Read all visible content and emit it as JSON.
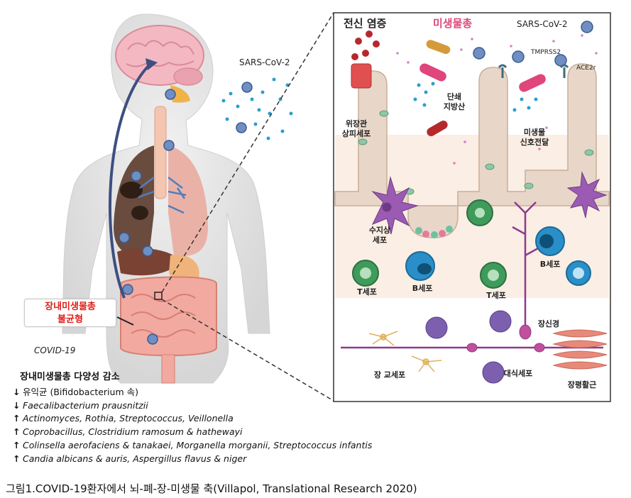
{
  "left_panel": {
    "virus_label": "SARS-CoV-2",
    "dysbiosis_box": {
      "line1": "장내미생물총",
      "line2": "불균형"
    },
    "covid_label": "COVID-19",
    "list_title": "장내미생물총 다양성 감소",
    "list_items": [
      {
        "arrow": "↓",
        "text": "유익균 (Bifidobacterium 속)",
        "italic": false
      },
      {
        "arrow": "↓",
        "text": "Faecalibacterium prausnitzii",
        "italic": true
      },
      {
        "arrow": "↑",
        "text": "Actinomyces, Rothia, Streptococcus, Veillonella",
        "italic": true
      },
      {
        "arrow": "↑",
        "text": "Coprobacillus, Clostridium ramosum & hathewayi",
        "italic": true
      },
      {
        "arrow": "↑",
        "text": "Colinsella aerofaciens & tanakaei, Morganella morganii, Streptococcus infantis",
        "italic": true
      },
      {
        "arrow": "↑",
        "text": "Candia albicans & auris, Aspergillus flavus & niger",
        "italic": true
      }
    ]
  },
  "right_panel": {
    "title_inflammation": "전신 염증",
    "title_microbiota": "미생물총",
    "virus_label": "SARS-CoV-2",
    "tmprss2": "TMPRSS2",
    "ace2r": "ACE2r",
    "scfa": {
      "line1": "단쇄",
      "line2": "지방산"
    },
    "epithelium": {
      "line1": "위장관",
      "line2": "상피세포"
    },
    "signaling": {
      "line1": "미생물",
      "line2": "신호전달"
    },
    "dendritic": {
      "line1": "수지상",
      "line2": "세포"
    },
    "t_cell_1": "T세포",
    "b_cell_1": "B세포",
    "t_cell_2": "T세포",
    "b_cell_2": "B세포",
    "enteric_nerve": "장신경",
    "glia": "장 교세포",
    "macrophage": "대식세포",
    "smooth_muscle": "장평활근"
  },
  "caption": "그림1.COVID-19환자에서 뇌-폐-장-미생물 축(Villapol, Translational Research 2020)",
  "colors": {
    "accent_red": "#e0201a",
    "microbiota_pink": "#e0457b",
    "villi_tan": "#e8d7c8",
    "lamina_bg": "#fbeee4",
    "t_cell_green": "#3f9b5a",
    "b_cell_blue": "#2a8fc9",
    "neuron_purple": "#8e3a8e",
    "muscle_salmon": "#e88a7a"
  }
}
